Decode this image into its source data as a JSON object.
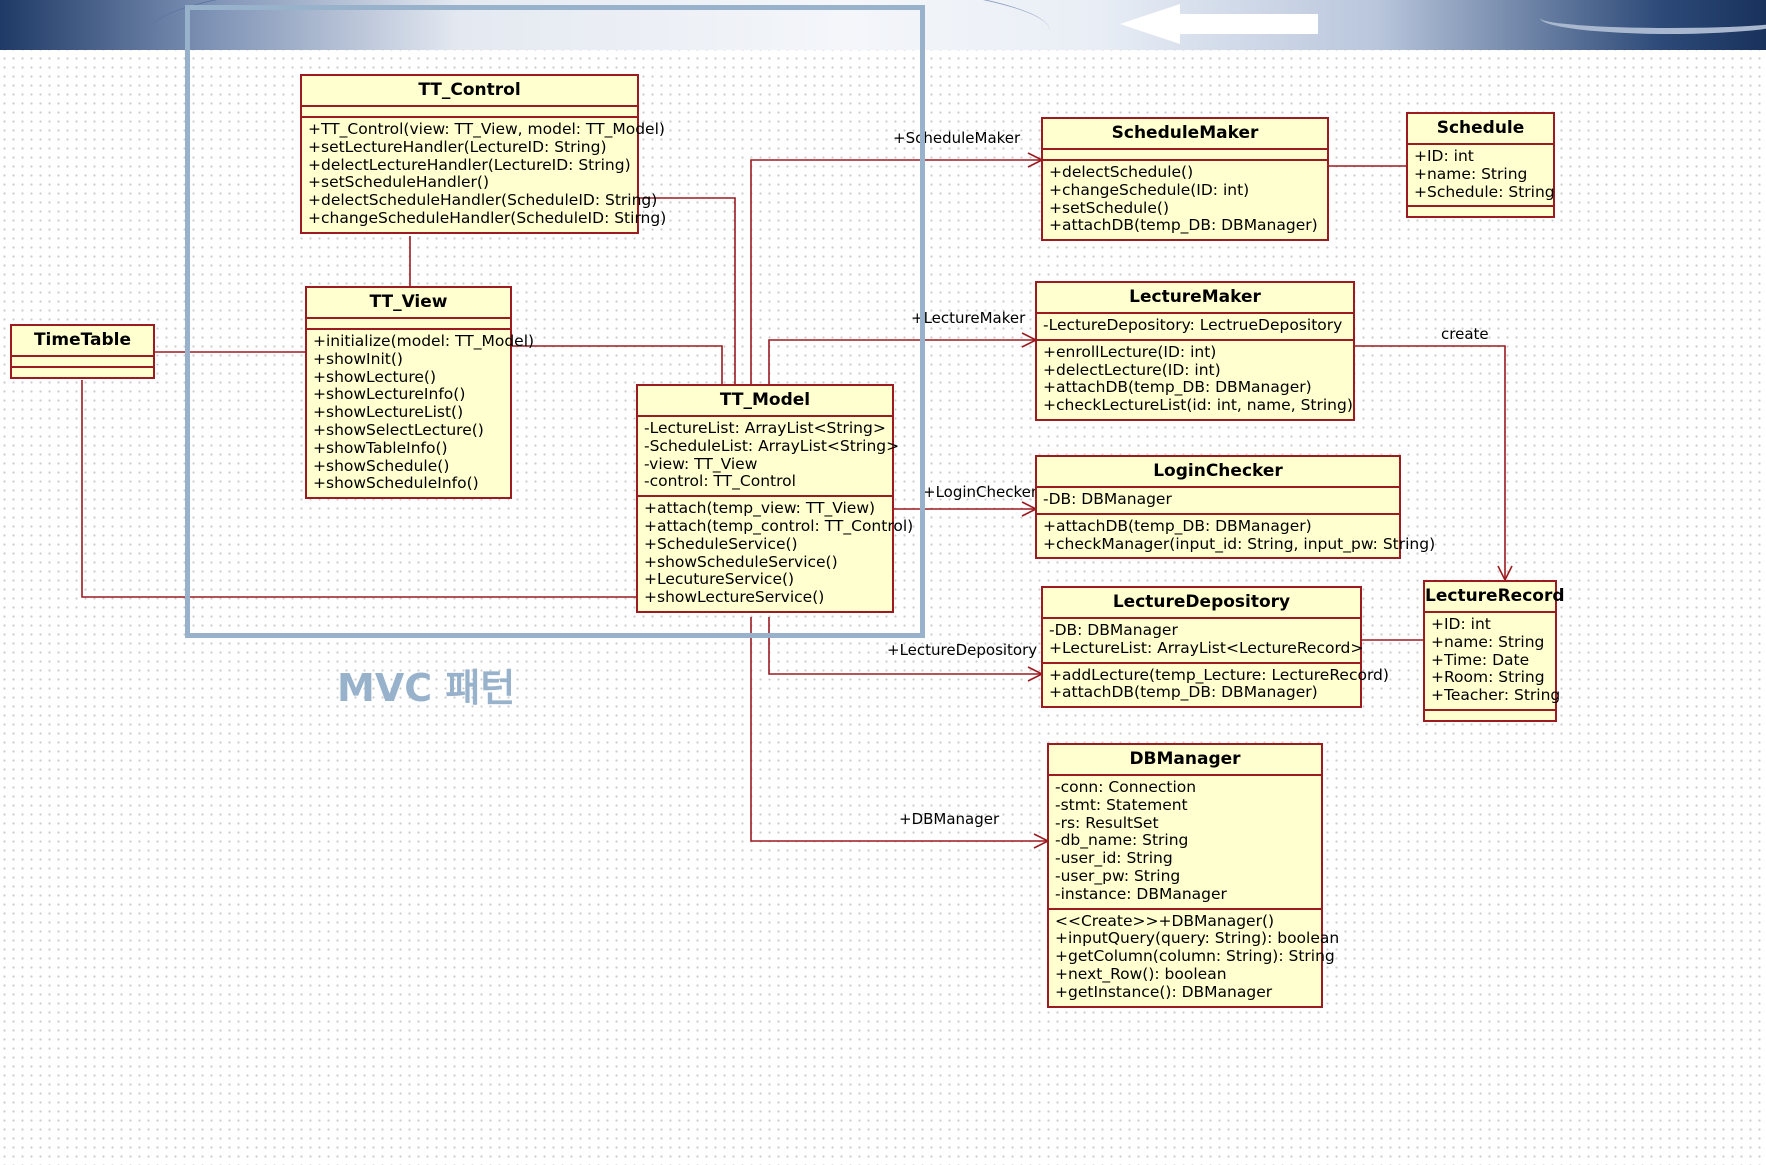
{
  "colors": {
    "class_fill": "#ffffcf",
    "class_border": "#9b1b20",
    "association_line": "#9b1b20",
    "mvc_frame": "#98b2cc"
  },
  "mvc_label": "MVC 패턴",
  "classes": {
    "tt_control": {
      "name": "TT_Control",
      "attributes": [],
      "operations": [
        "+TT_Control(view: TT_View, model: TT_Model)",
        "+setLectureHandler(LectureID: String)",
        "+delectLectureHandler(LectureID: String)",
        "+setScheduleHandler()",
        "+delectScheduleHandler(ScheduleID: String)",
        "+changeScheduleHandler(ScheduleID: Stirng)"
      ]
    },
    "tt_view": {
      "name": "TT_View",
      "attributes": [],
      "operations": [
        "+initialize(model: TT_Model)",
        "+showInit()",
        "+showLecture()",
        "+showLectureInfo()",
        "+showLectureList()",
        "+showSelectLecture()",
        "+showTableInfo()",
        "+showSchedule()",
        "+showScheduleInfo()"
      ]
    },
    "timetable": {
      "name": "TimeTable",
      "attributes": [],
      "operations": []
    },
    "tt_model": {
      "name": "TT_Model",
      "attributes": [
        "-LectureList: ArrayList<String>",
        "-ScheduleList: ArrayList<String>",
        "-view: TT_View",
        "-control: TT_Control"
      ],
      "operations": [
        "+attach(temp_view: TT_View)",
        "+attach(temp_control: TT_Control)",
        "+ScheduleService()",
        "+showScheduleService()",
        "+LecutureService()",
        "+showLectureService()"
      ]
    },
    "schedule_maker": {
      "name": "ScheduleMaker",
      "attributes": [],
      "operations": [
        "+delectSchedule()",
        "+changeSchedule(ID: int)",
        "+setSchedule()",
        "+attachDB(temp_DB: DBManager)"
      ]
    },
    "schedule": {
      "name": "Schedule",
      "attributes": [
        "+ID: int",
        "+name: String",
        "+Schedule: String"
      ],
      "operations": []
    },
    "lecture_maker": {
      "name": "LectureMaker",
      "attributes": [
        "-LectureDepository: LectrueDepository"
      ],
      "operations": [
        "+enrollLecture(ID: int)",
        "+delectLecture(ID: int)",
        "+attachDB(temp_DB: DBManager)",
        "+checkLectureList(id: int, name, String)"
      ]
    },
    "login_checker": {
      "name": "LoginChecker",
      "attributes": [
        "-DB: DBManager"
      ],
      "operations": [
        "+attachDB(temp_DB: DBManager)",
        "+checkManager(input_id: String, input_pw: String)"
      ]
    },
    "lecture_depository": {
      "name": "LectureDepository",
      "attributes": [
        "-DB: DBManager",
        "+LectureList: ArrayList<LectureRecord>"
      ],
      "operations": [
        "+addLecture(temp_Lecture: LectureRecord)",
        "+attachDB(temp_DB: DBManager)"
      ]
    },
    "lecture_record": {
      "name": "LectureRecord",
      "attributes": [
        "+ID: int",
        "+name: String",
        "+Time: Date",
        "+Room: String",
        "+Teacher: String"
      ],
      "operations": []
    },
    "db_manager": {
      "name": "DBManager",
      "attributes": [
        "-conn: Connection",
        "-stmt: Statement",
        "-rs: ResultSet",
        "-db_name: String",
        "-user_id: String",
        "-user_pw: String",
        "-instance: DBManager"
      ],
      "operations": [
        "<<Create>>+DBManager()",
        "+inputQuery(query: String): boolean",
        "+getColumn(column: String): String",
        "+next_Row(): boolean",
        "+getInstance(): DBManager"
      ]
    }
  },
  "relationships": [
    {
      "from": "TT_Model",
      "to": "ScheduleMaker",
      "label": "+ScheduleMaker"
    },
    {
      "from": "TT_Model",
      "to": "LectureMaker",
      "label": "+LectureMaker"
    },
    {
      "from": "TT_Model",
      "to": "LoginChecker",
      "label": "+LoginChecker"
    },
    {
      "from": "TT_Model",
      "to": "LectureDepository",
      "label": "+LectureDepository"
    },
    {
      "from": "TT_Model",
      "to": "DBManager",
      "label": "+DBManager"
    },
    {
      "from": "LectureMaker",
      "to": "LectureRecord",
      "label": "create"
    },
    {
      "from": "ScheduleMaker",
      "to": "Schedule",
      "label": ""
    },
    {
      "from": "LectureDepository",
      "to": "LectureRecord",
      "label": ""
    },
    {
      "from": "TimeTable",
      "to": "TT_View",
      "label": ""
    },
    {
      "from": "TimeTable",
      "to": "TT_Model",
      "label": ""
    },
    {
      "from": "TT_Control",
      "to": "TT_View",
      "label": ""
    },
    {
      "from": "TT_Control",
      "to": "TT_Model",
      "label": ""
    },
    {
      "from": "TT_View",
      "to": "TT_Model",
      "label": ""
    }
  ]
}
